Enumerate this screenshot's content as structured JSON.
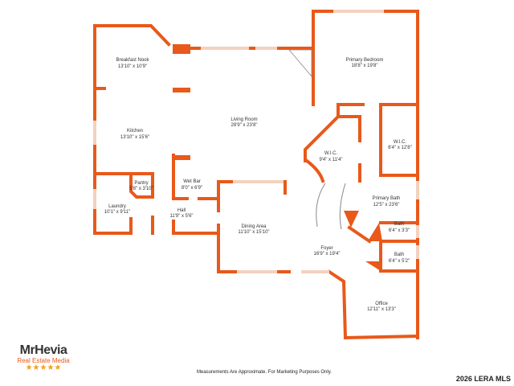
{
  "rooms": [
    {
      "name": "Breakfast Nook",
      "size": "13'10\" x 10'9\""
    },
    {
      "name": "Kitchen",
      "size": "13'10\" x 15'6\""
    },
    {
      "name": "Living Room",
      "size": "28'9\" x 23'8\""
    },
    {
      "name": "Primary Bedroom",
      "size": "18'8\" x 19'8\""
    },
    {
      "name": "W.I.C.",
      "size": "9'4\" x 11'4\""
    },
    {
      "name": "W.I.C.",
      "size": "6'4\" x 12'8\""
    },
    {
      "name": "Pantry",
      "size": "5'8\" x 3'10\""
    },
    {
      "name": "Wet Bar",
      "size": "8'0\" x 6'9\""
    },
    {
      "name": "Laundry",
      "size": "10'1\" x 9'11\""
    },
    {
      "name": "Hall",
      "size": "11'9\" x 5'6\""
    },
    {
      "name": "Dining Area",
      "size": "11'10\" x 15'10\""
    },
    {
      "name": "Primary Bath",
      "size": "12'5\" x 23'6\""
    },
    {
      "name": "Bath",
      "size": "6'4\" x 3'3\""
    },
    {
      "name": "Foyer",
      "size": "16'9\" x 19'4\""
    },
    {
      "name": "Bath",
      "size": "6'4\" x 5'2\""
    },
    {
      "name": "Office",
      "size": "12'11\" x 13'3\""
    }
  ],
  "footer": {
    "disclaimer": "Measurements Are Approximate. For Marketing Purposes Only.",
    "copyright": "2026 LERA MLS"
  },
  "logo": {
    "name": "MrHevia",
    "subtitle": "Real Estate Media",
    "stars": "★★★★★",
    "rating": 5
  },
  "colors": {
    "wall": "#e8591a",
    "window": "#f3d2c0"
  }
}
